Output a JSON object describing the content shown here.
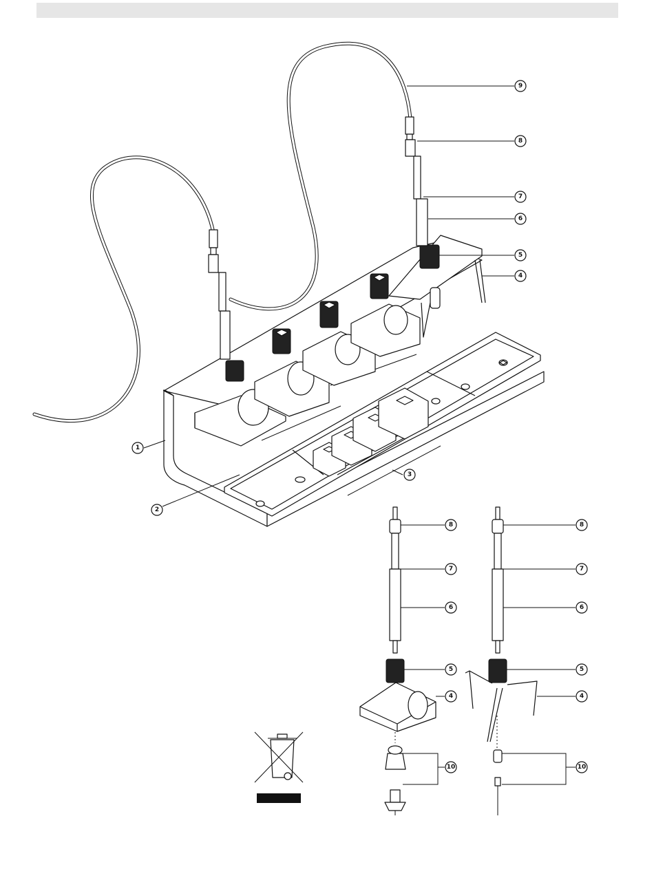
{
  "callouts": {
    "c1": "1",
    "c2": "2",
    "c3": "3",
    "c4": "4",
    "c5": "5",
    "c6": "6",
    "c7": "7",
    "c8": "8",
    "c9": "9",
    "l8": "8",
    "l7": "7",
    "l6": "6",
    "l5": "5",
    "l4": "4",
    "l10": "10",
    "r8": "8",
    "r7": "7",
    "r6": "6",
    "r5": "5",
    "r4": "4",
    "r10": "10"
  },
  "colors": {
    "line": "#111111",
    "header": "#e6e6e6",
    "knurl": "#222222"
  },
  "icons": {
    "weee": "crossed-out-wheelie-bin-icon"
  }
}
